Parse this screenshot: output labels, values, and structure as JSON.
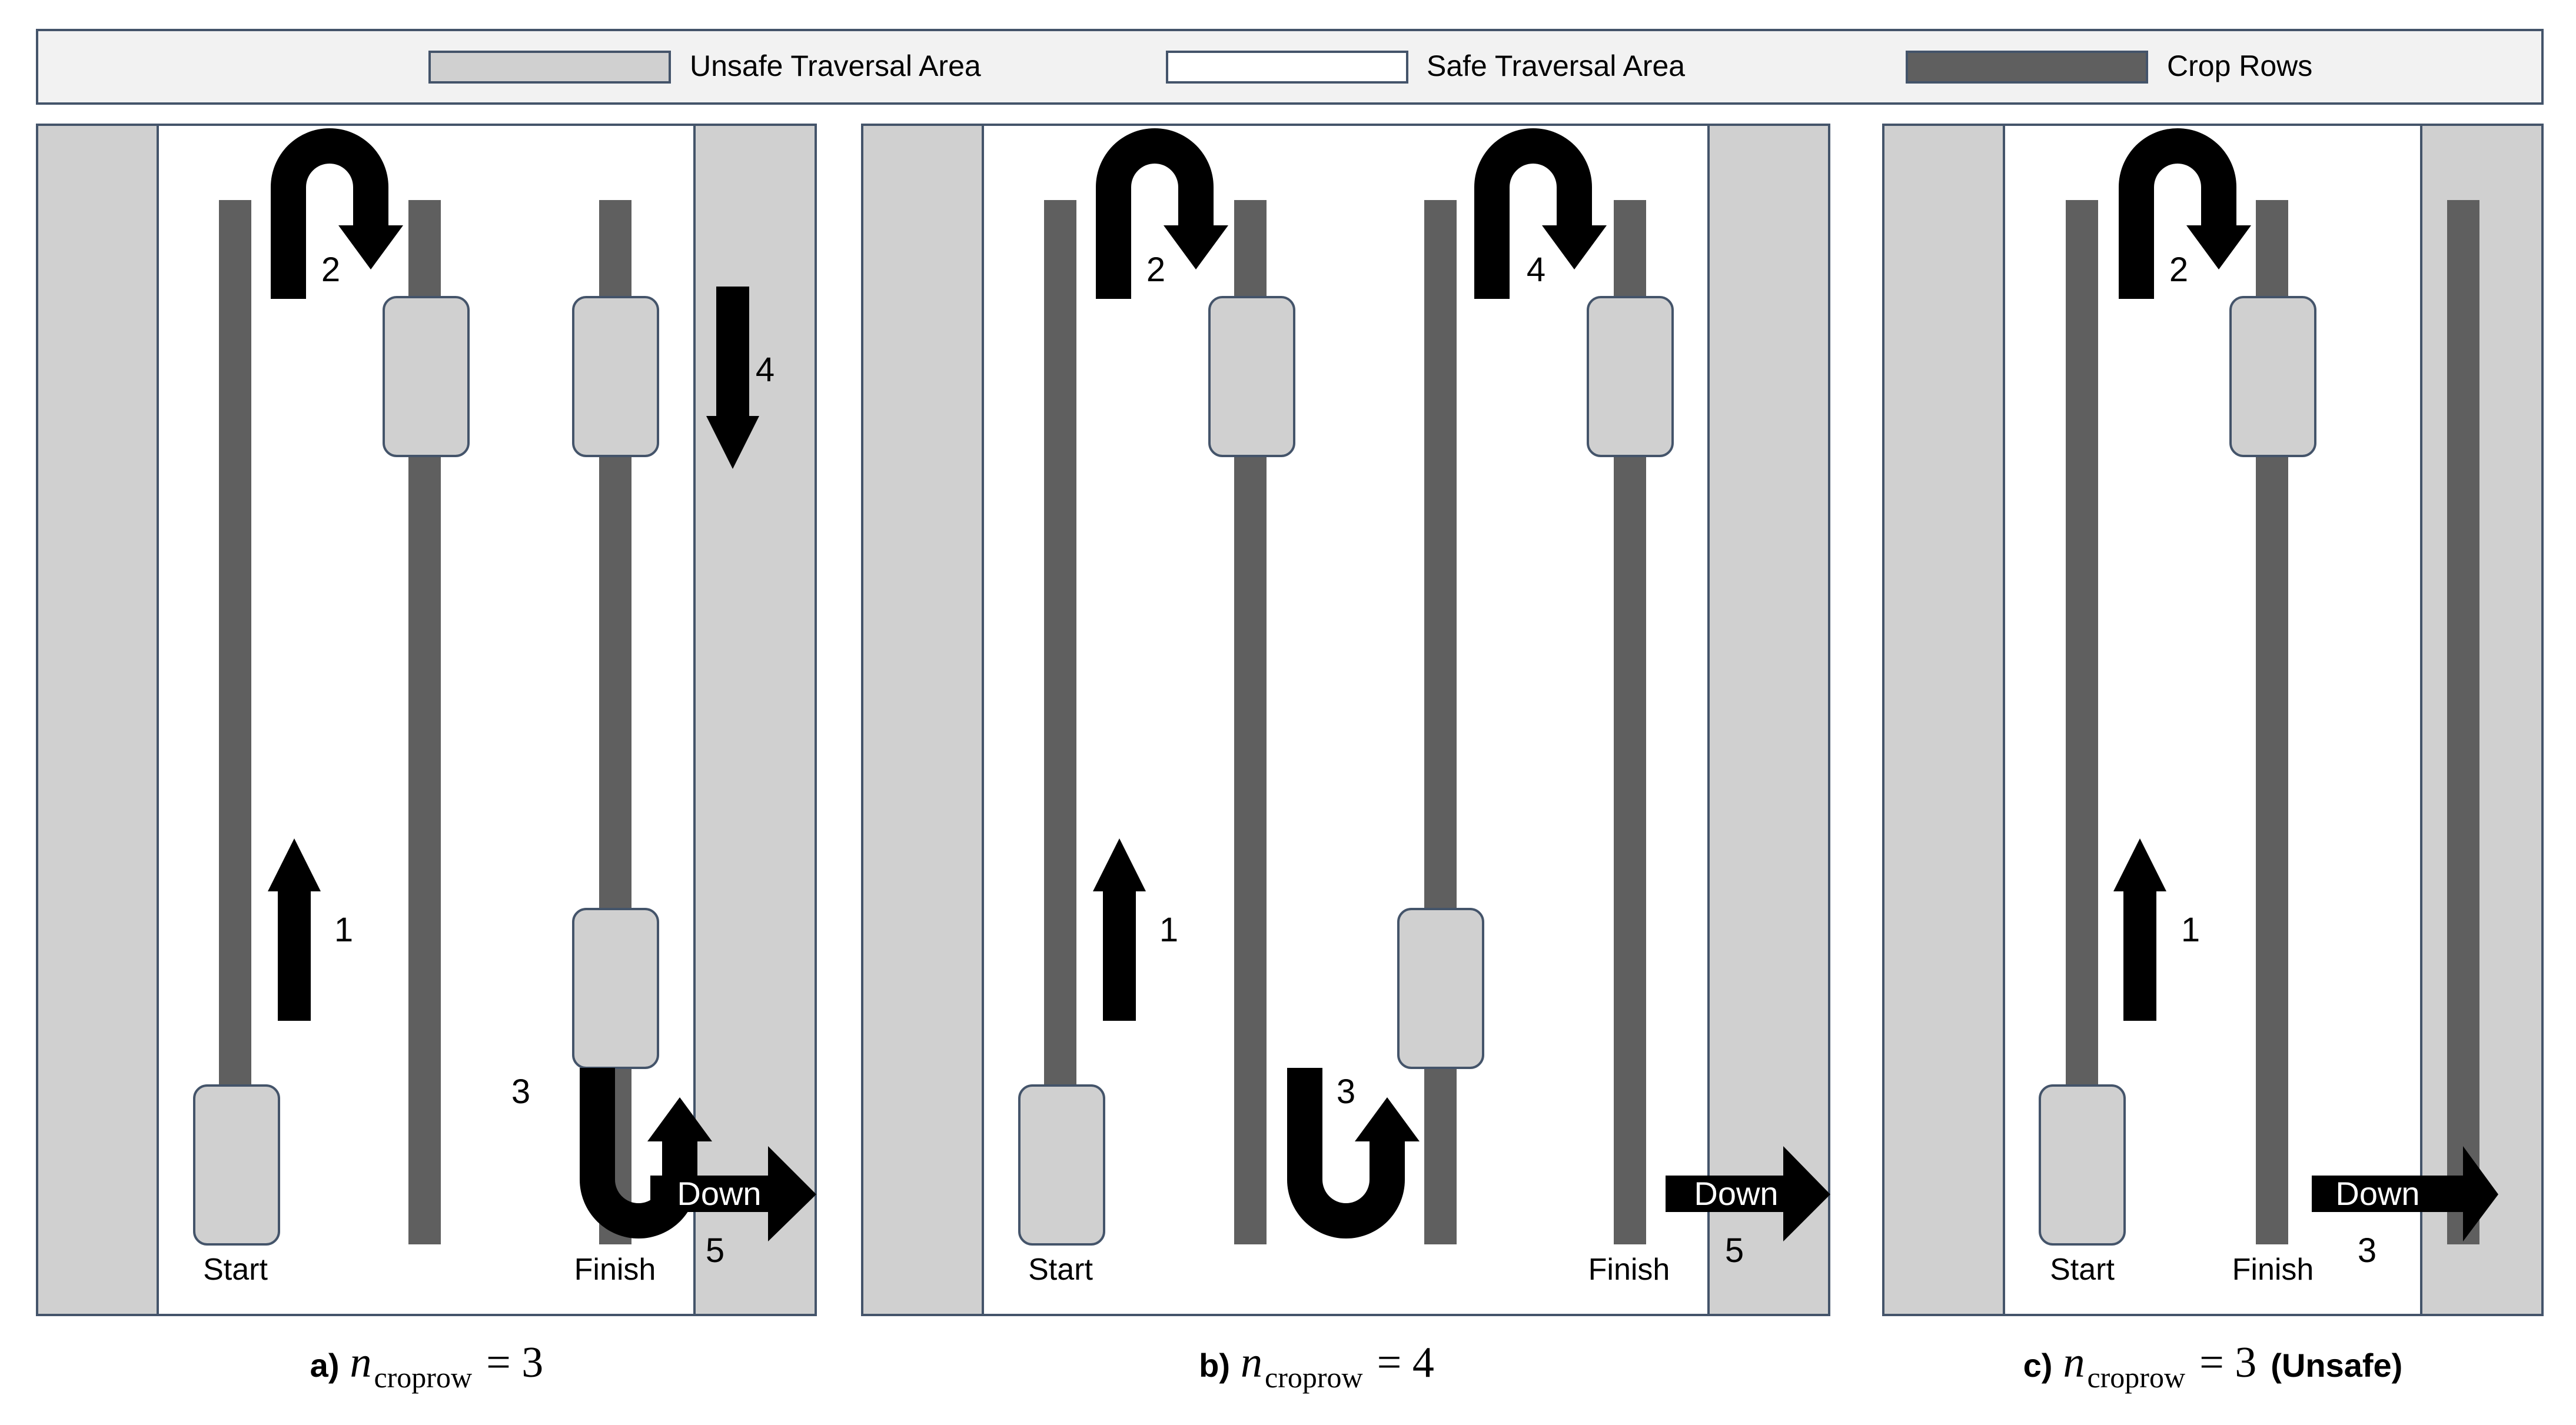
{
  "legend": {
    "items": [
      {
        "label": "Unsafe Traversal Area",
        "color": "#d0d0d0"
      },
      {
        "label": "Safe Traversal Area",
        "color": "#ffffff"
      },
      {
        "label": "Crop Rows",
        "color": "#5f5f5f"
      }
    ]
  },
  "colors": {
    "unsafe": "#d0d0d0",
    "safe": "#ffffff",
    "croprow": "#5f5f5f",
    "robot_body": "#d0d0d0",
    "arrow": "#000000",
    "outline": "#44546a"
  },
  "panels": [
    {
      "start_label": "Start",
      "finish_label": "Finish",
      "down_label": "Down",
      "steps": [
        "1",
        "2",
        "3",
        "4",
        "5"
      ],
      "caption": {
        "prefix": "a)",
        "symbol": "n",
        "subscript": "croprow",
        "equation": "= 3",
        "suffix": ""
      }
    },
    {
      "start_label": "Start",
      "finish_label": "Finish",
      "down_label": "Down",
      "steps": [
        "1",
        "2",
        "3",
        "4",
        "5"
      ],
      "caption": {
        "prefix": "b)",
        "symbol": "n",
        "subscript": "croprow",
        "equation": "= 4",
        "suffix": ""
      }
    },
    {
      "start_label": "Start",
      "finish_label": "Finish",
      "down_label": "Down",
      "steps": [
        "1",
        "2",
        "3"
      ],
      "caption": {
        "prefix": "c)",
        "symbol": "n",
        "subscript": "croprow",
        "equation": "= 3",
        "suffix": "(Unsafe)"
      }
    }
  ]
}
